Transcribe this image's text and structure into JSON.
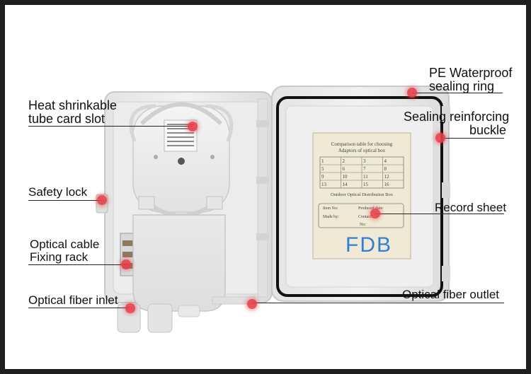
{
  "labels": {
    "pe_waterproof_1": "PE Waterproof",
    "pe_waterproof_2": "sealing ring",
    "heat_shrink_1": "Heat shrinkable",
    "heat_shrink_2": "tube card slot",
    "sealing_buckle_1": "Sealing reinforcing",
    "sealing_buckle_2": "buckle",
    "safety_lock": "Safety lock",
    "record_sheet": "Record sheet",
    "cable_rack_1": "Optical cable",
    "cable_rack_2": "Fixing rack",
    "fiber_inlet": "Optical fiber inlet",
    "fiber_outlet": "Optical fiber outlet"
  },
  "sheet": {
    "title_1": "Comparison table for choosing",
    "title_2": "Adaptors of optical box",
    "grid": [
      [
        "1",
        "2",
        "3",
        "4"
      ],
      [
        "5",
        "6",
        "7",
        "8"
      ],
      [
        "9",
        "10",
        "11",
        "12"
      ],
      [
        "13",
        "14",
        "15",
        "16"
      ]
    ],
    "subtitle": "Outdoor Optical Distribution Box",
    "item_no": "Item No:",
    "produced_date": "Produced date:",
    "made_by": "Made by:",
    "contact": "Contact:",
    "no": "No:",
    "brand": "FDB"
  },
  "colors": {
    "marker": "#e8414a",
    "brand_text": "#2f7fd6",
    "frame": "#1f1f1f",
    "seal": "#111111"
  }
}
